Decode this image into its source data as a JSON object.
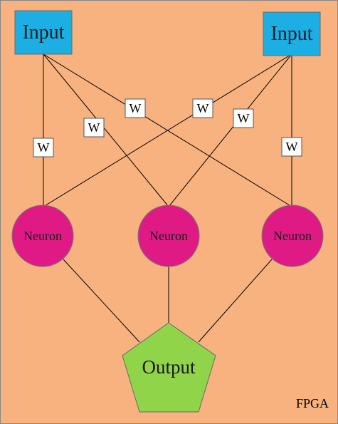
{
  "colors": {
    "background": "#F7B27F",
    "input_fill": "#1DAEE4",
    "neuron_fill": "#E01A84",
    "output_fill": "#90D44A",
    "weight_fill": "#FFFFFF",
    "line": "#000000"
  },
  "diagram": {
    "inputs": [
      {
        "label": "Input"
      },
      {
        "label": "Input"
      }
    ],
    "weights": [
      {
        "label": "W"
      },
      {
        "label": "W"
      },
      {
        "label": "W"
      },
      {
        "label": "W"
      },
      {
        "label": "W"
      },
      {
        "label": "W"
      }
    ],
    "neurons": [
      {
        "label": "Neuron"
      },
      {
        "label": "Neuron"
      },
      {
        "label": "Neuron"
      }
    ],
    "output": {
      "label": "Output"
    },
    "platform_label": "FPGA"
  }
}
